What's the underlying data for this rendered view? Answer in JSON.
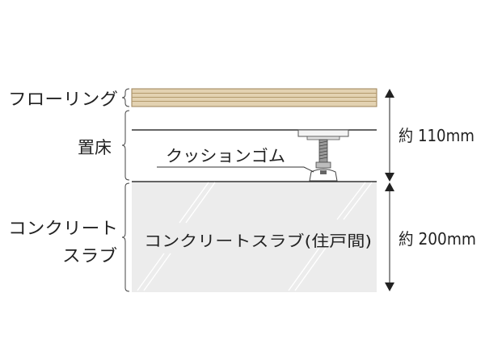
{
  "labels": {
    "flooring": "フローリング",
    "raised_floor": "置床",
    "slab_line1": "コンクリート",
    "slab_line2": "スラブ",
    "cushion_rubber": "クッションゴム",
    "slab_inner": "コンクリートスラブ(住戸間)",
    "dim_upper": "約 110mm",
    "dim_lower": "約 200mm"
  },
  "colors": {
    "wood_fill": "#e3d2b1",
    "wood_line": "#b39a6d",
    "slab_fill": "#ececec",
    "line": "#333333"
  },
  "icons": [
    "arrow-up-icon",
    "arrow-down-icon",
    "brace-icon"
  ]
}
